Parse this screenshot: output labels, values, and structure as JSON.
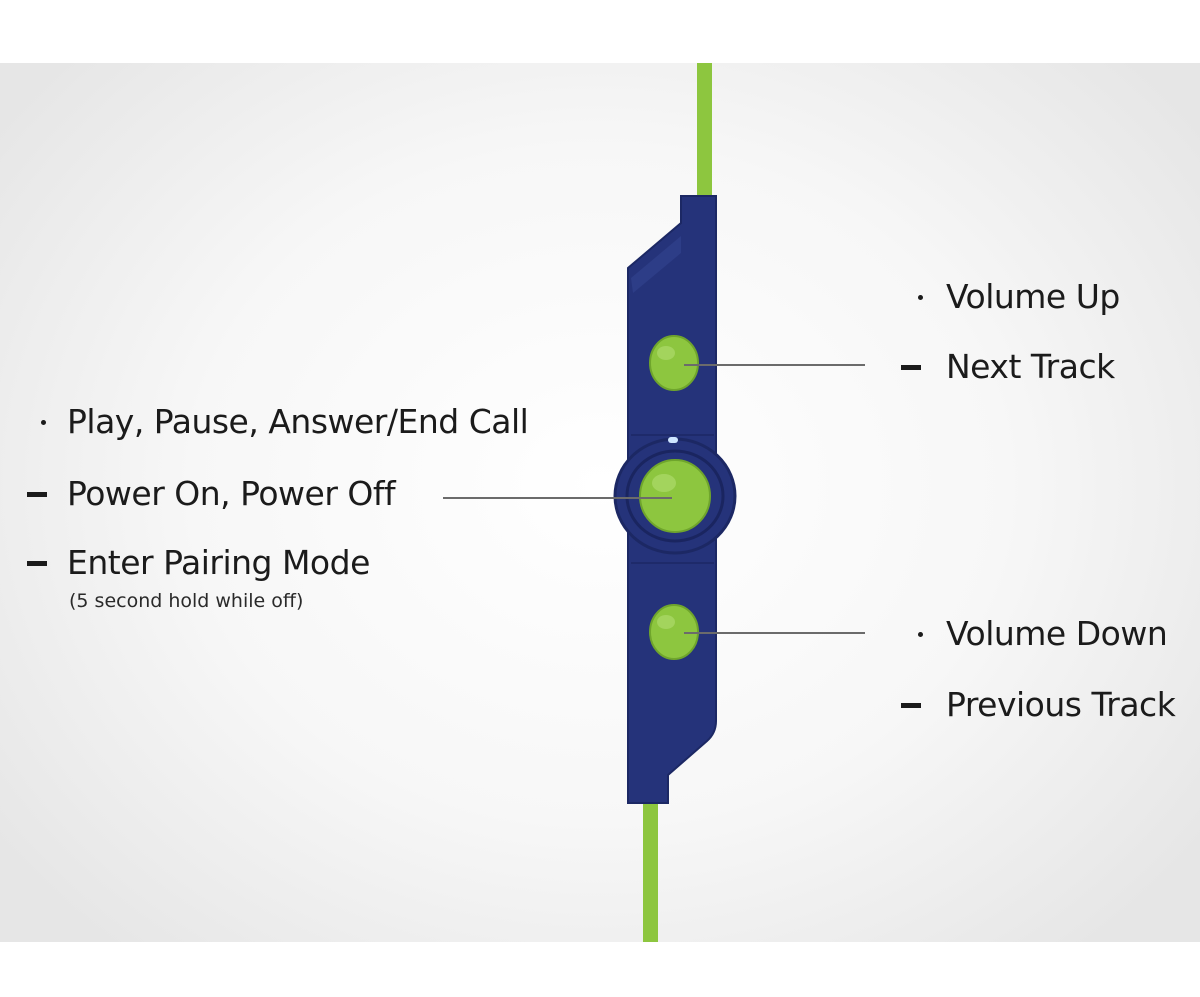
{
  "colors": {
    "body": "#25337a",
    "body_edge": "#1c2864",
    "button": "#8dc63f",
    "cable": "#8dc63f",
    "led": "#cfe6ff",
    "leader_line": "#6b6b6b",
    "text": "#1b1b1b"
  },
  "upper_button": {
    "press_label": "Volume Up",
    "hold_label": "Next Track"
  },
  "center_button": {
    "press_label": "Play, Pause, Answer/End Call",
    "hold_label": "Power On, Power Off",
    "pairing_label": "Enter Pairing Mode",
    "pairing_note": "(5 second hold while off)"
  },
  "lower_button": {
    "press_label": "Volume Down",
    "hold_label": "Previous Track"
  },
  "legend": {
    "press_marker": "dot",
    "hold_marker": "dash"
  }
}
